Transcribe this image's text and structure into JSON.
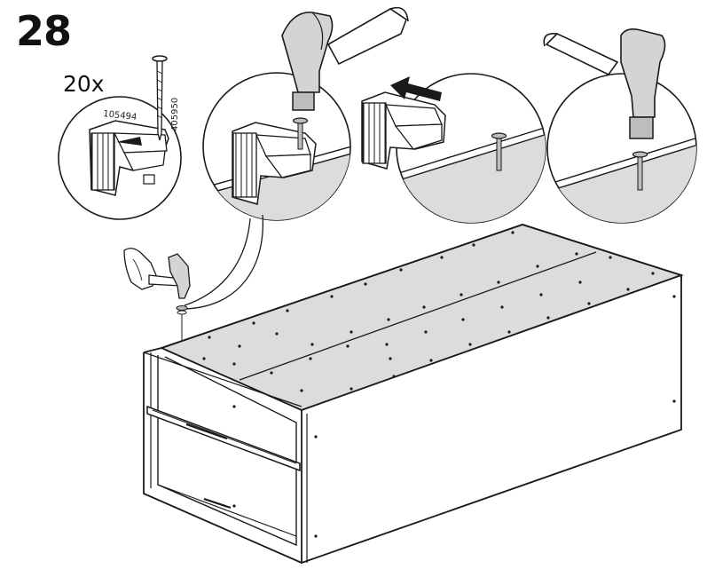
{
  "instruction": {
    "step_number": "28",
    "quantity": "20x",
    "part_numbers": {
      "nail_tool": "105494",
      "nail": "405950"
    }
  },
  "colors": {
    "panel_fill": "#dcdcdc",
    "line": "#1a1a1a",
    "nail_metal": "#bdbdbd",
    "background": "#ffffff"
  },
  "icons": [
    "hammer-icon",
    "nail-icon",
    "nail-setter-tool-icon",
    "hand-icon",
    "push-arrow-icon"
  ]
}
